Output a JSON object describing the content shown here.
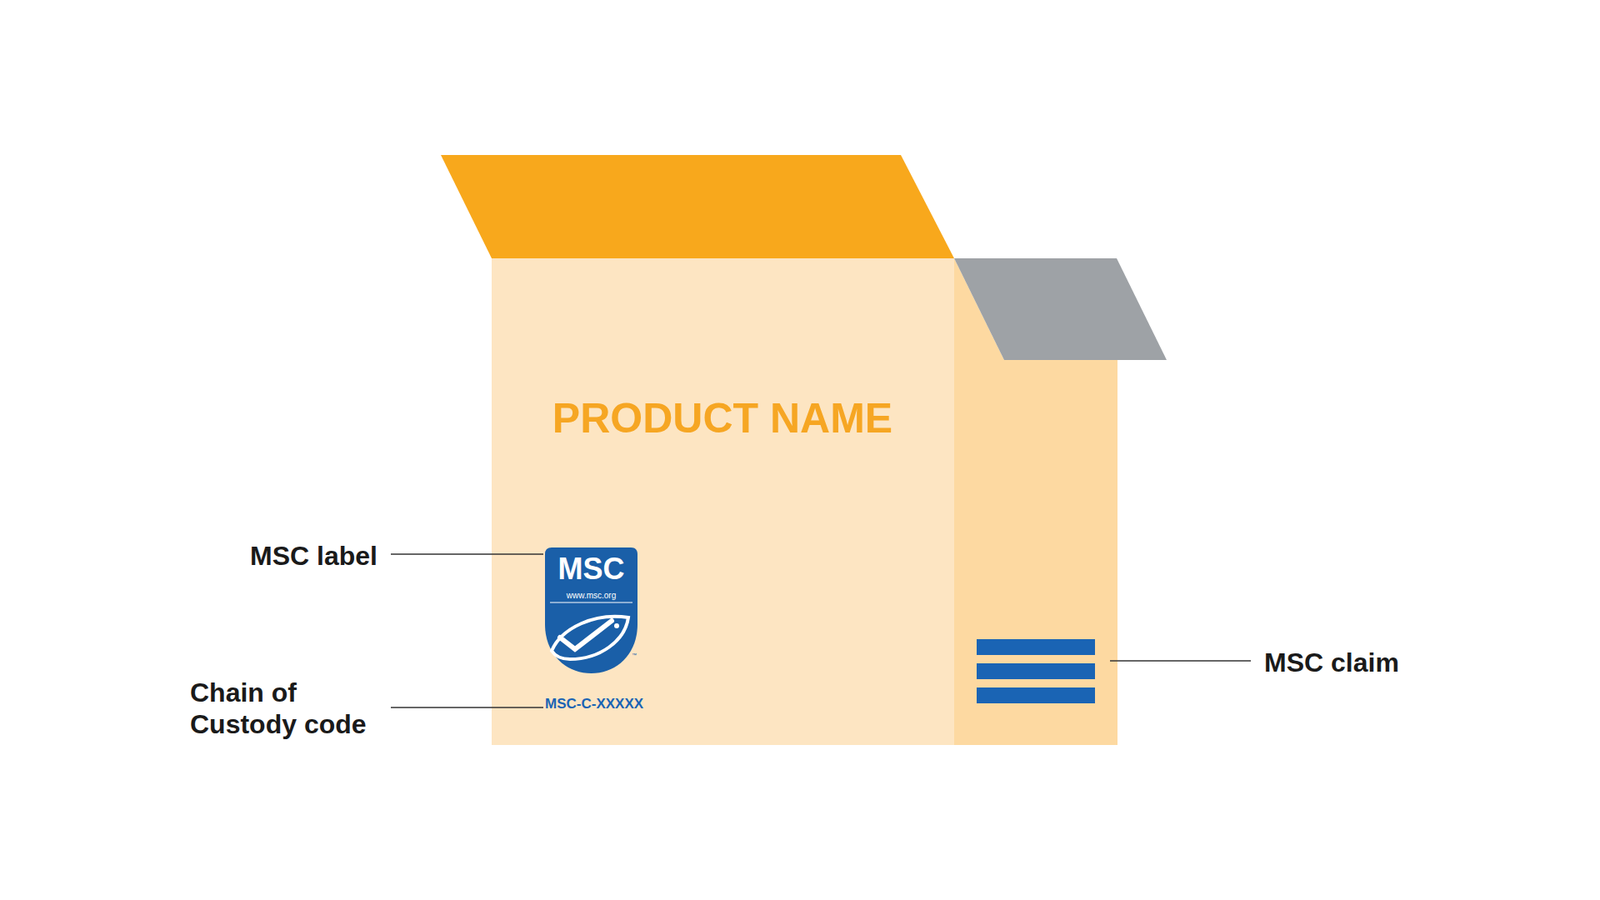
{
  "diagram": {
    "nodes": [
      {
        "text": [
          "MSC",
          "www.msc.org"
        ]
      }
    ],
    "labels": [
      "PRODUCT NAME",
      "MSC-C-XXXXX",
      "™",
      "MSC label",
      "Chain of Custody code",
      "MSC claim"
    ]
  }
}
